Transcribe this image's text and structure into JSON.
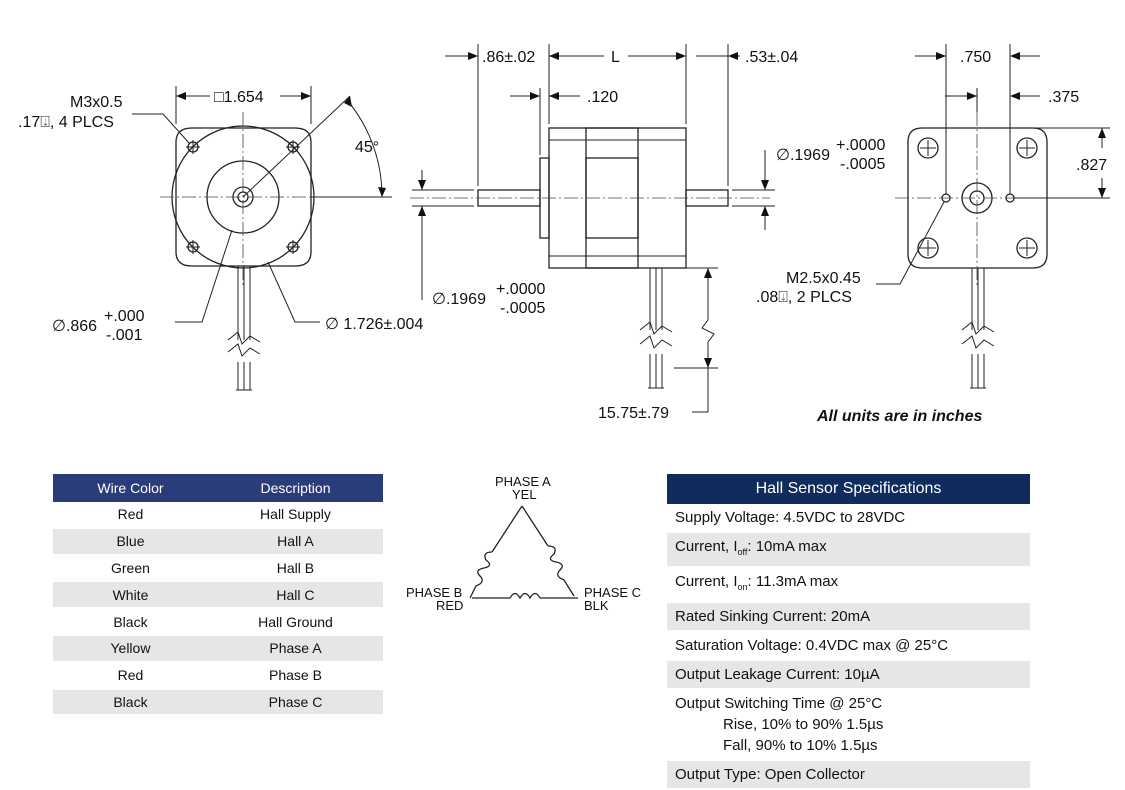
{
  "drawing": {
    "front_view": {
      "square": "□1.654",
      "mount_thread": "M3x0.5",
      "mount_depth": ".17⍗, 4 PLCS",
      "angle": "45°",
      "pilot_dia_prefix": "∅.866",
      "pilot_dia_tol_plus": "+.000",
      "pilot_dia_tol_minus": "-.001",
      "bolt_circle": "∅ 1.726±.004"
    },
    "side_view": {
      "front_shaft": ".86±.02",
      "length": "L",
      "rear_shaft": ".53±.04",
      "flange": ".120",
      "rear_shaft_dia_prefix": "∅.1969",
      "rear_shaft_tol_plus": "+.0000",
      "rear_shaft_tol_minus": "-.0005",
      "front_shaft_dia_prefix": "∅.1969",
      "front_shaft_tol_plus": "+.0000",
      "front_shaft_tol_minus": "-.0005",
      "lead_length": "15.75±.79"
    },
    "rear_view": {
      "width": ".750",
      "half_width": ".375",
      "height": ".827",
      "thread": "M2.5x0.45",
      "thread_depth": ".08⍗, 2 PLCS"
    },
    "units_note": "All units are in inches"
  },
  "wire_table": {
    "headers": [
      "Wire Color",
      "Description"
    ],
    "rows": [
      [
        "Red",
        "Hall Supply"
      ],
      [
        "Blue",
        "Hall A"
      ],
      [
        "Green",
        "Hall B"
      ],
      [
        "White",
        "Hall C"
      ],
      [
        "Black",
        "Hall Ground"
      ],
      [
        "Yellow",
        "Phase A"
      ],
      [
        "Red",
        "Phase B"
      ],
      [
        "Black",
        "Phase C"
      ]
    ]
  },
  "phase_diagram": {
    "a_name": "PHASE A",
    "a_color": "YEL",
    "b_name": "PHASE B",
    "b_color": "RED",
    "c_name": "PHASE C",
    "c_color": "BLK"
  },
  "hall_spec": {
    "title": "Hall Sensor Specifications",
    "supply": "Supply Voltage: 4.5VDC to 28VDC",
    "ioff_pre": "Current, I",
    "ioff_sub": "off",
    "ioff_post": ": 10mA max",
    "ion_pre": "Current, I",
    "ion_sub": "on",
    "ion_post": ": 11.3mA max",
    "sinking": "Rated Sinking Current: 20mA",
    "saturation": "Saturation Voltage: 0.4VDC max @ 25°C",
    "leakage": "Output Leakage Current: 10µA",
    "switching": "Output Switching Time @ 25°C",
    "rise": "Rise, 10% to 90% 1.5µs",
    "fall": "Fall, 90% to 10% 1.5µs",
    "output_type": "Output Type: Open Collector"
  },
  "colors": {
    "table_header": "#2a3c7a",
    "spec_header": "#0f2c5c",
    "row_alt": "#e6e6e6"
  }
}
